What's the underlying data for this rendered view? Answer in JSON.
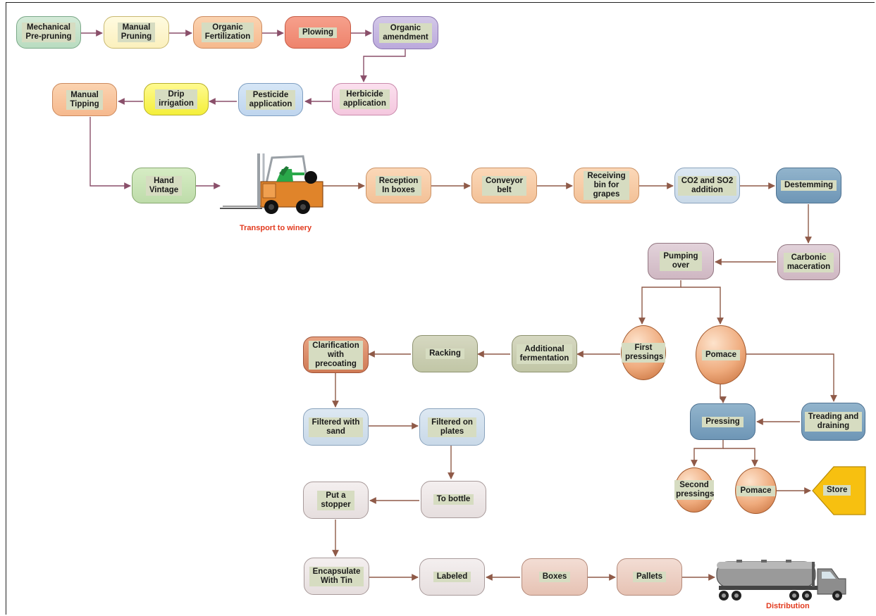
{
  "nodes": {
    "mechanical_pre_pruning": "Mechanical\nPre-pruning",
    "manual_pruning": "Manual\nPruning",
    "organic_fertilization": "Organic\nFertilization",
    "plowing": "Plowing",
    "organic_amendment": "Organic\namendment",
    "herbicide_application": "Herbicide\napplication",
    "pesticide_application": "Pesticide\napplication",
    "drip_irrigation": "Drip\nirrigation",
    "manual_tipping": "Manual\nTipping",
    "hand_vintage": "Hand\nVintage",
    "reception_in_boxes": "Reception\nIn boxes",
    "conveyor_belt": "Conveyor\nbelt",
    "receiving_bin": "Receiving\nbin for\ngrapes",
    "co2_so2_addition": "CO2 and SO2\naddition",
    "destemming": "Destemming",
    "carbonic_maceration": "Carbonic\nmaceration",
    "pumping_over": "Pumping\nover",
    "first_pressings": "First\npressings",
    "pomace_1": "Pomace",
    "additional_fermentation": "Additional\nfermentation",
    "racking": "Racking",
    "clarification": "Clarification\nwith\nprecoating",
    "filtered_sand": "Filtered  with\nsand",
    "filtered_plates": "Filtered on\nplates",
    "to_bottle": "To bottle",
    "put_stopper": "Put a\nstopper",
    "encapsulate": "Encapsulate\nWith Tin",
    "labeled": "Labeled",
    "boxes": "Boxes",
    "pallets": "Pallets",
    "pressing": "Pressing",
    "treading_draining": "Treading and\ndraining",
    "second_pressings": "Second\npressings",
    "pomace_2": "Pomace",
    "store": "Store"
  },
  "captions": {
    "transport": "Transport to winery",
    "distribution": "Distribution"
  },
  "colors": {
    "arrow": "#8a4f6a",
    "arrow_brown": "#8f5a48",
    "caption": "#e23a1e",
    "label_bg": "#d6dcc1",
    "store": "#f7c010"
  },
  "icons": {
    "forklift": "forklift-icon",
    "truck": "tanker-truck-icon"
  }
}
